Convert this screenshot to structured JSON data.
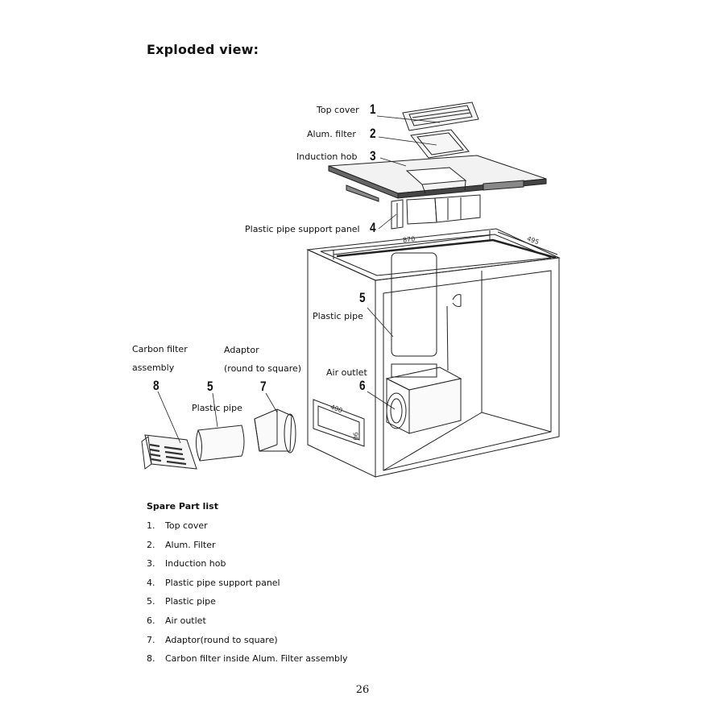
{
  "heading": "Exploded view:",
  "diagram": {
    "callouts": [
      {
        "number": "1",
        "label": "Top cover"
      },
      {
        "number": "2",
        "label": "Alum. filter"
      },
      {
        "number": "3",
        "label": "Induction hob"
      },
      {
        "number": "4",
        "label": "Plastic pipe support panel"
      },
      {
        "number": "5",
        "label": "Plastic pipe"
      },
      {
        "number": "6",
        "label": "Air outlet"
      },
      {
        "number": "5",
        "label": "Plastic pipe"
      },
      {
        "number": "7",
        "label_line1": "Adaptor",
        "label_line2": "(round to square)"
      },
      {
        "number": "8",
        "label_line1": "Carbon filter",
        "label_line2": "assembly"
      }
    ],
    "dimensions": {
      "width": "870",
      "depth": "495",
      "outlet_width": "400",
      "outlet_height": "90"
    }
  },
  "spare_parts": {
    "title": "Spare Part list",
    "items": [
      {
        "n": "1.",
        "text": "Top cover"
      },
      {
        "n": "2.",
        "text": "Alum. Filter"
      },
      {
        "n": "3.",
        "text": "Induction hob"
      },
      {
        "n": "4.",
        "text": "Plastic pipe support panel"
      },
      {
        "n": "5.",
        "text": "Plastic pipe"
      },
      {
        "n": "6.",
        "text": "Air outlet"
      },
      {
        "n": "7.",
        "text": "Adaptor(round to square)"
      },
      {
        "n": "8.",
        "text": "Carbon filter inside Alum. Filter assembly"
      }
    ]
  },
  "page_number": "26"
}
